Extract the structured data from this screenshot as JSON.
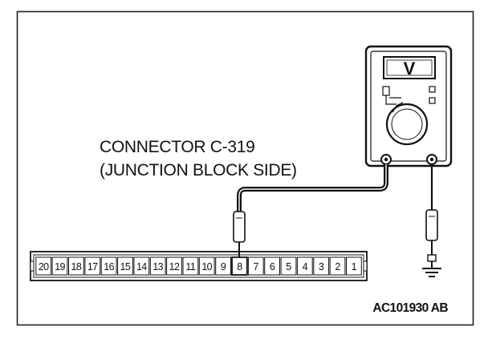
{
  "connector": {
    "title": "CONNECTOR C-319",
    "subtitle": "(JUNCTION BLOCK SIDE)",
    "pins": [
      "20",
      "19",
      "18",
      "17",
      "16",
      "15",
      "14",
      "13",
      "12",
      "11",
      "10",
      "9",
      "8",
      "7",
      "6",
      "5",
      "4",
      "3",
      "2",
      "1"
    ],
    "probed_pin": "8"
  },
  "meter": {
    "display_symbol": "V"
  },
  "figure_code": "AC101930 AB"
}
